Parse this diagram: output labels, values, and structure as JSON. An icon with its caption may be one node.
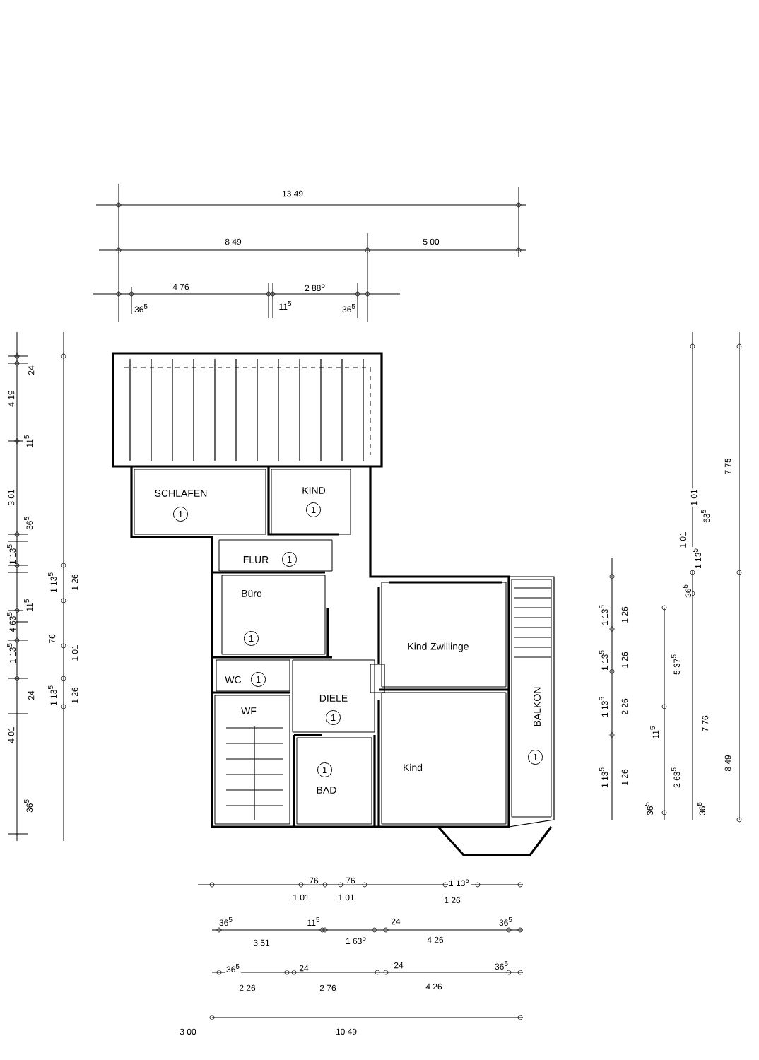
{
  "diagram": {
    "nodes": [
      {
        "text": [
          "SCHLAFEN"
        ]
      },
      {
        "text": [
          "1"
        ],
        "in": 0
      },
      {
        "text": [
          "KIND"
        ]
      },
      {
        "text": [
          "1"
        ],
        "in": 2
      },
      {
        "text": [
          "FLUR"
        ]
      },
      {
        "text": [
          "1"
        ],
        "in": 4
      },
      {
        "text": [
          "Büro"
        ]
      },
      {
        "text": [
          "1"
        ],
        "in": 6
      },
      {
        "text": [
          "Kind Zwillinge"
        ]
      },
      {
        "text": [
          "WC"
        ]
      },
      {
        "text": [
          "1"
        ],
        "in": 9
      },
      {
        "text": [
          "DIELE"
        ]
      },
      {
        "text": [
          "1"
        ],
        "in": 11
      },
      {
        "text": [
          "WF"
        ]
      },
      {
        "text": [
          "BAD"
        ]
      },
      {
        "text": [
          "1"
        ],
        "in": 14
      },
      {
        "text": [
          "Kind"
        ]
      },
      {
        "text": [
          "BALKON"
        ]
      },
      {
        "text": [
          "1"
        ],
        "in": 17
      }
    ],
    "labels": [
      "13 49",
      "8 49",
      "5 00",
      "4 76",
      "2 88$^{5}$",
      "36$^{5}$",
      "11$^{5}$",
      "36$^{5}$",
      "24",
      "4 19",
      "11$^{5}$",
      "3 01",
      "36$^{5}$",
      "1 13$^{5}$",
      "4 63$^{5}$",
      "11$^{5}$",
      "1 13$^{5}$",
      "24",
      "4 01",
      "36$^{5}$",
      "1 13$^{5}$",
      "1 26",
      "76",
      "1 01",
      "1 13$^{5}$",
      "1 26",
      "1 13$^{5}$",
      "1 26",
      "1 13$^{5}$",
      "1 26",
      "1 13$^{5}$",
      "2 26",
      "1 13$^{5}$",
      "1 26",
      "11$^{5}$",
      "5 37$^{5}$",
      "2 63$^{5}$",
      "36$^{5}$",
      "36$^{5}$",
      "36$^{5}$",
      "1 01",
      "1 13$^{5}$",
      "1 01",
      "63$^{5}$",
      "7 76",
      "7 75",
      "8 49",
      "76",
      "1 01",
      "76",
      "1 01",
      "1 13$^{5}$",
      "1 26",
      "36$^{5}$",
      "11$^{5}$",
      "1 63$^{5}$",
      "24",
      "4 26",
      "36$^{5}$",
      "3 51",
      "36$^{5}$",
      "24",
      "24",
      "36$^{5}$",
      "2 26",
      "2 76",
      "4 26",
      "3 00",
      "10 49"
    ]
  }
}
